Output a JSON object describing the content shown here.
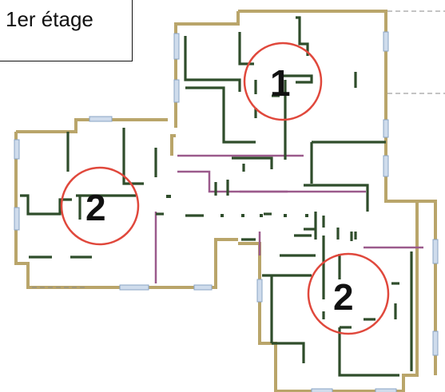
{
  "title": "1er étage",
  "markers": [
    {
      "id": "marker-1",
      "label": "1"
    },
    {
      "id": "marker-2a",
      "label": "2"
    },
    {
      "id": "marker-2b",
      "label": "2"
    }
  ],
  "colors": {
    "outer_wall": "#b9a56a",
    "interior_wall": "#2f4d2b",
    "partition": "#9b5a8c",
    "window": "#8aa4c4",
    "marker_circle": "#e0483c",
    "text": "#111111"
  }
}
